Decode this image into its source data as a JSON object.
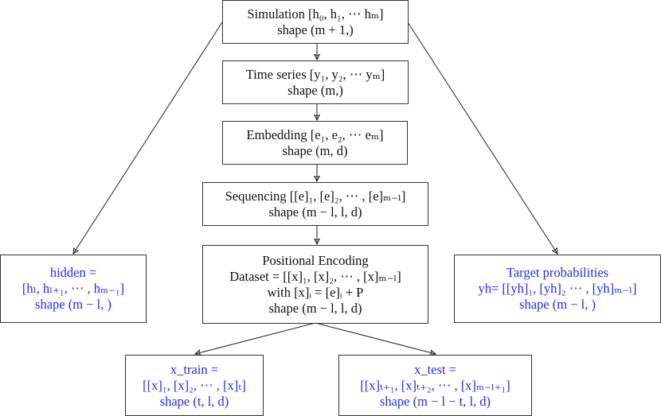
{
  "diagram": {
    "nodes": [
      {
        "id": "simulation",
        "color": "#111111",
        "lines": [
          "Simulation [h₀, h₁, ⋯ hₘ]",
          "shape (m + 1,)"
        ]
      },
      {
        "id": "time_series",
        "color": "#111111",
        "lines": [
          "Time series [y₁, y₂, ⋯ yₘ]",
          "shape (m,)"
        ]
      },
      {
        "id": "embedding",
        "color": "#111111",
        "lines": [
          "Embedding [e₁, e₂, ⋯ eₘ]",
          "shape (m, d)"
        ]
      },
      {
        "id": "sequencing",
        "color": "#111111",
        "lines": [
          "Sequencing [[e]₁, [e]₂, ⋯ , [e]ₘ₋ₗ]",
          "shape (m − l, l, d)"
        ]
      },
      {
        "id": "positional_encoding",
        "color": "#111111",
        "lines": [
          "Positional Encoding",
          "Dataset = [[x]₁, [x]₂, ⋯ , [x]ₘ₋ₗ]",
          "with [x]ᵢ = [e]ᵢ + P",
          "shape (m − l, l, d)"
        ]
      },
      {
        "id": "hidden",
        "color": "#2a2ae8",
        "lines": [
          "hidden =",
          "[hₗ, hₗ₊₁, ⋯ , hₘ₋₁]",
          "shape (m − l, )"
        ]
      },
      {
        "id": "target_probabilities",
        "color": "#2a2ae8",
        "lines": [
          "Target probabilities",
          "yh= [[yh]₁, [yh]₂ ⋯ , [yh]ₘ₋ₗ]",
          "shape (m − l, )"
        ]
      },
      {
        "id": "x_train",
        "color": "#2a2ae8",
        "lines": [
          "x_train =",
          "[[x]₁, [x]₂, ⋯ , [x]ₜ]",
          "shape (t, l, d)"
        ]
      },
      {
        "id": "x_test",
        "color": "#2a2ae8",
        "lines": [
          "x_test =",
          "[[x]ₜ₊₁, [x]ₜ₊₂, ⋯ , [x]ₘ₋ₗ₊₁]",
          "shape (m − l − t, l, d)"
        ]
      }
    ],
    "edges": [
      {
        "from": "simulation",
        "to": "time_series"
      },
      {
        "from": "time_series",
        "to": "embedding"
      },
      {
        "from": "embedding",
        "to": "sequencing"
      },
      {
        "from": "sequencing",
        "to": "positional_encoding"
      },
      {
        "from": "simulation",
        "to": "hidden"
      },
      {
        "from": "simulation",
        "to": "target_probabilities"
      },
      {
        "from": "positional_encoding",
        "to": "x_train"
      },
      {
        "from": "positional_encoding",
        "to": "x_test"
      }
    ]
  }
}
